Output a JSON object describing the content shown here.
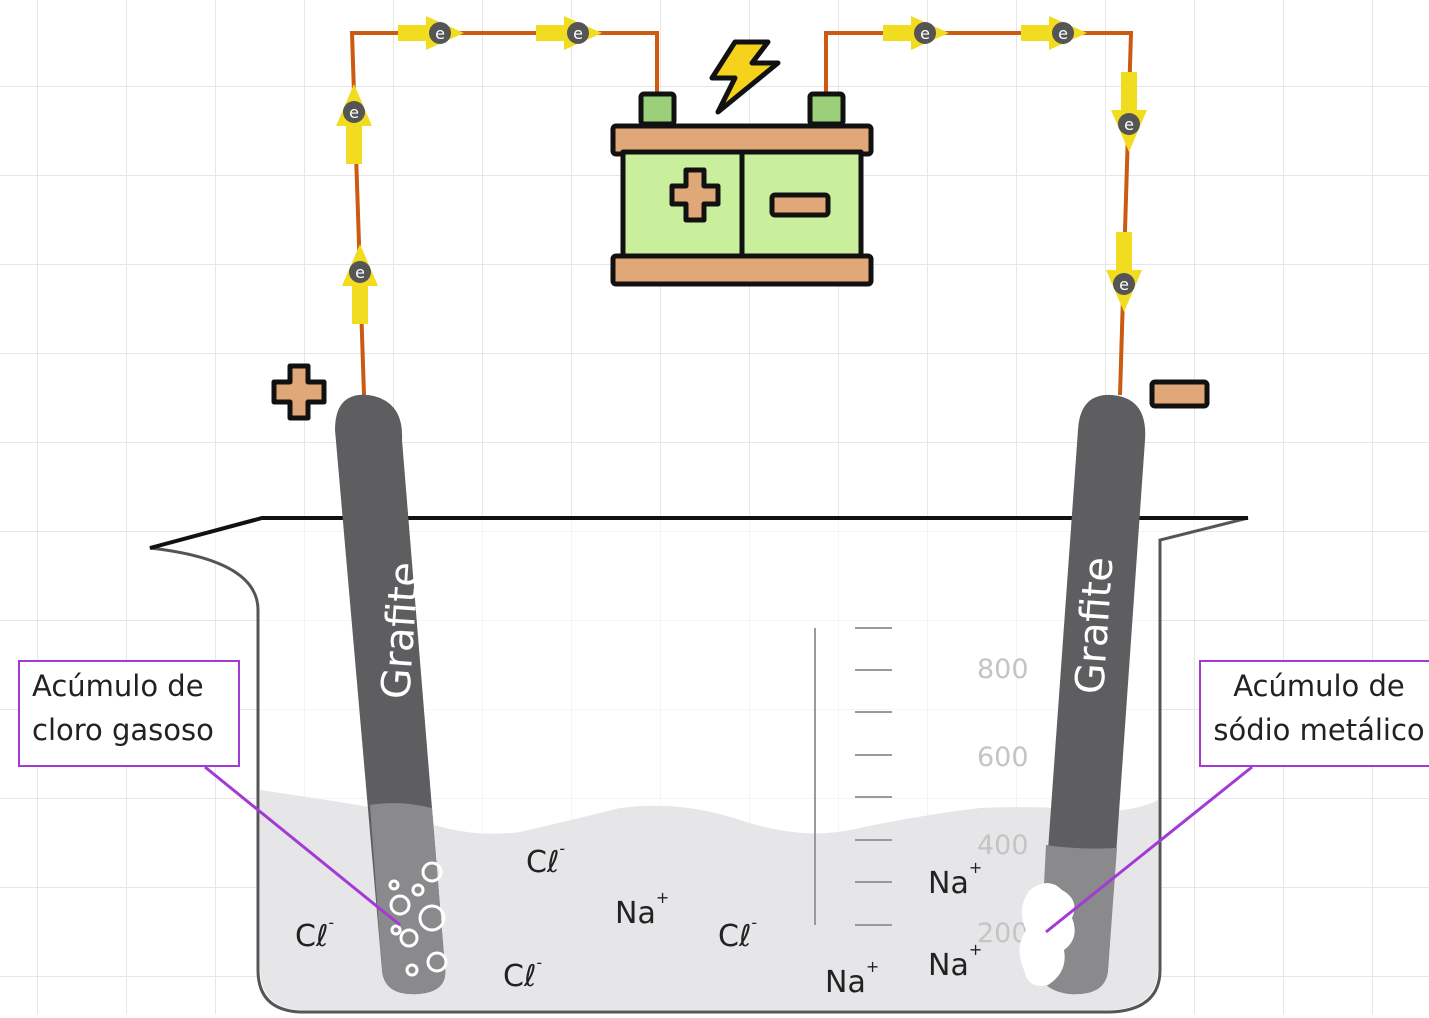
{
  "diagram": {
    "electrode_left_label": "Grafite",
    "electrode_right_label": "Grafite",
    "electron_symbol": "e",
    "callouts": {
      "left": {
        "line1": "Acúmulo de",
        "line2": "cloro gasoso"
      },
      "right": {
        "line1": "Acúmulo de",
        "line2": "sódio metálico"
      }
    },
    "ions": [
      {
        "symbol": "Cℓ",
        "charge": "-"
      },
      {
        "symbol": "Cℓ",
        "charge": "-"
      },
      {
        "symbol": "Cℓ",
        "charge": "-"
      },
      {
        "symbol": "Cℓ",
        "charge": "-"
      },
      {
        "symbol": "Na",
        "charge": "+"
      },
      {
        "symbol": "Na",
        "charge": "+"
      },
      {
        "symbol": "Na",
        "charge": "+"
      },
      {
        "symbol": "Na",
        "charge": "+"
      }
    ],
    "beaker_scale": [
      "800",
      "600",
      "400",
      "200"
    ]
  }
}
